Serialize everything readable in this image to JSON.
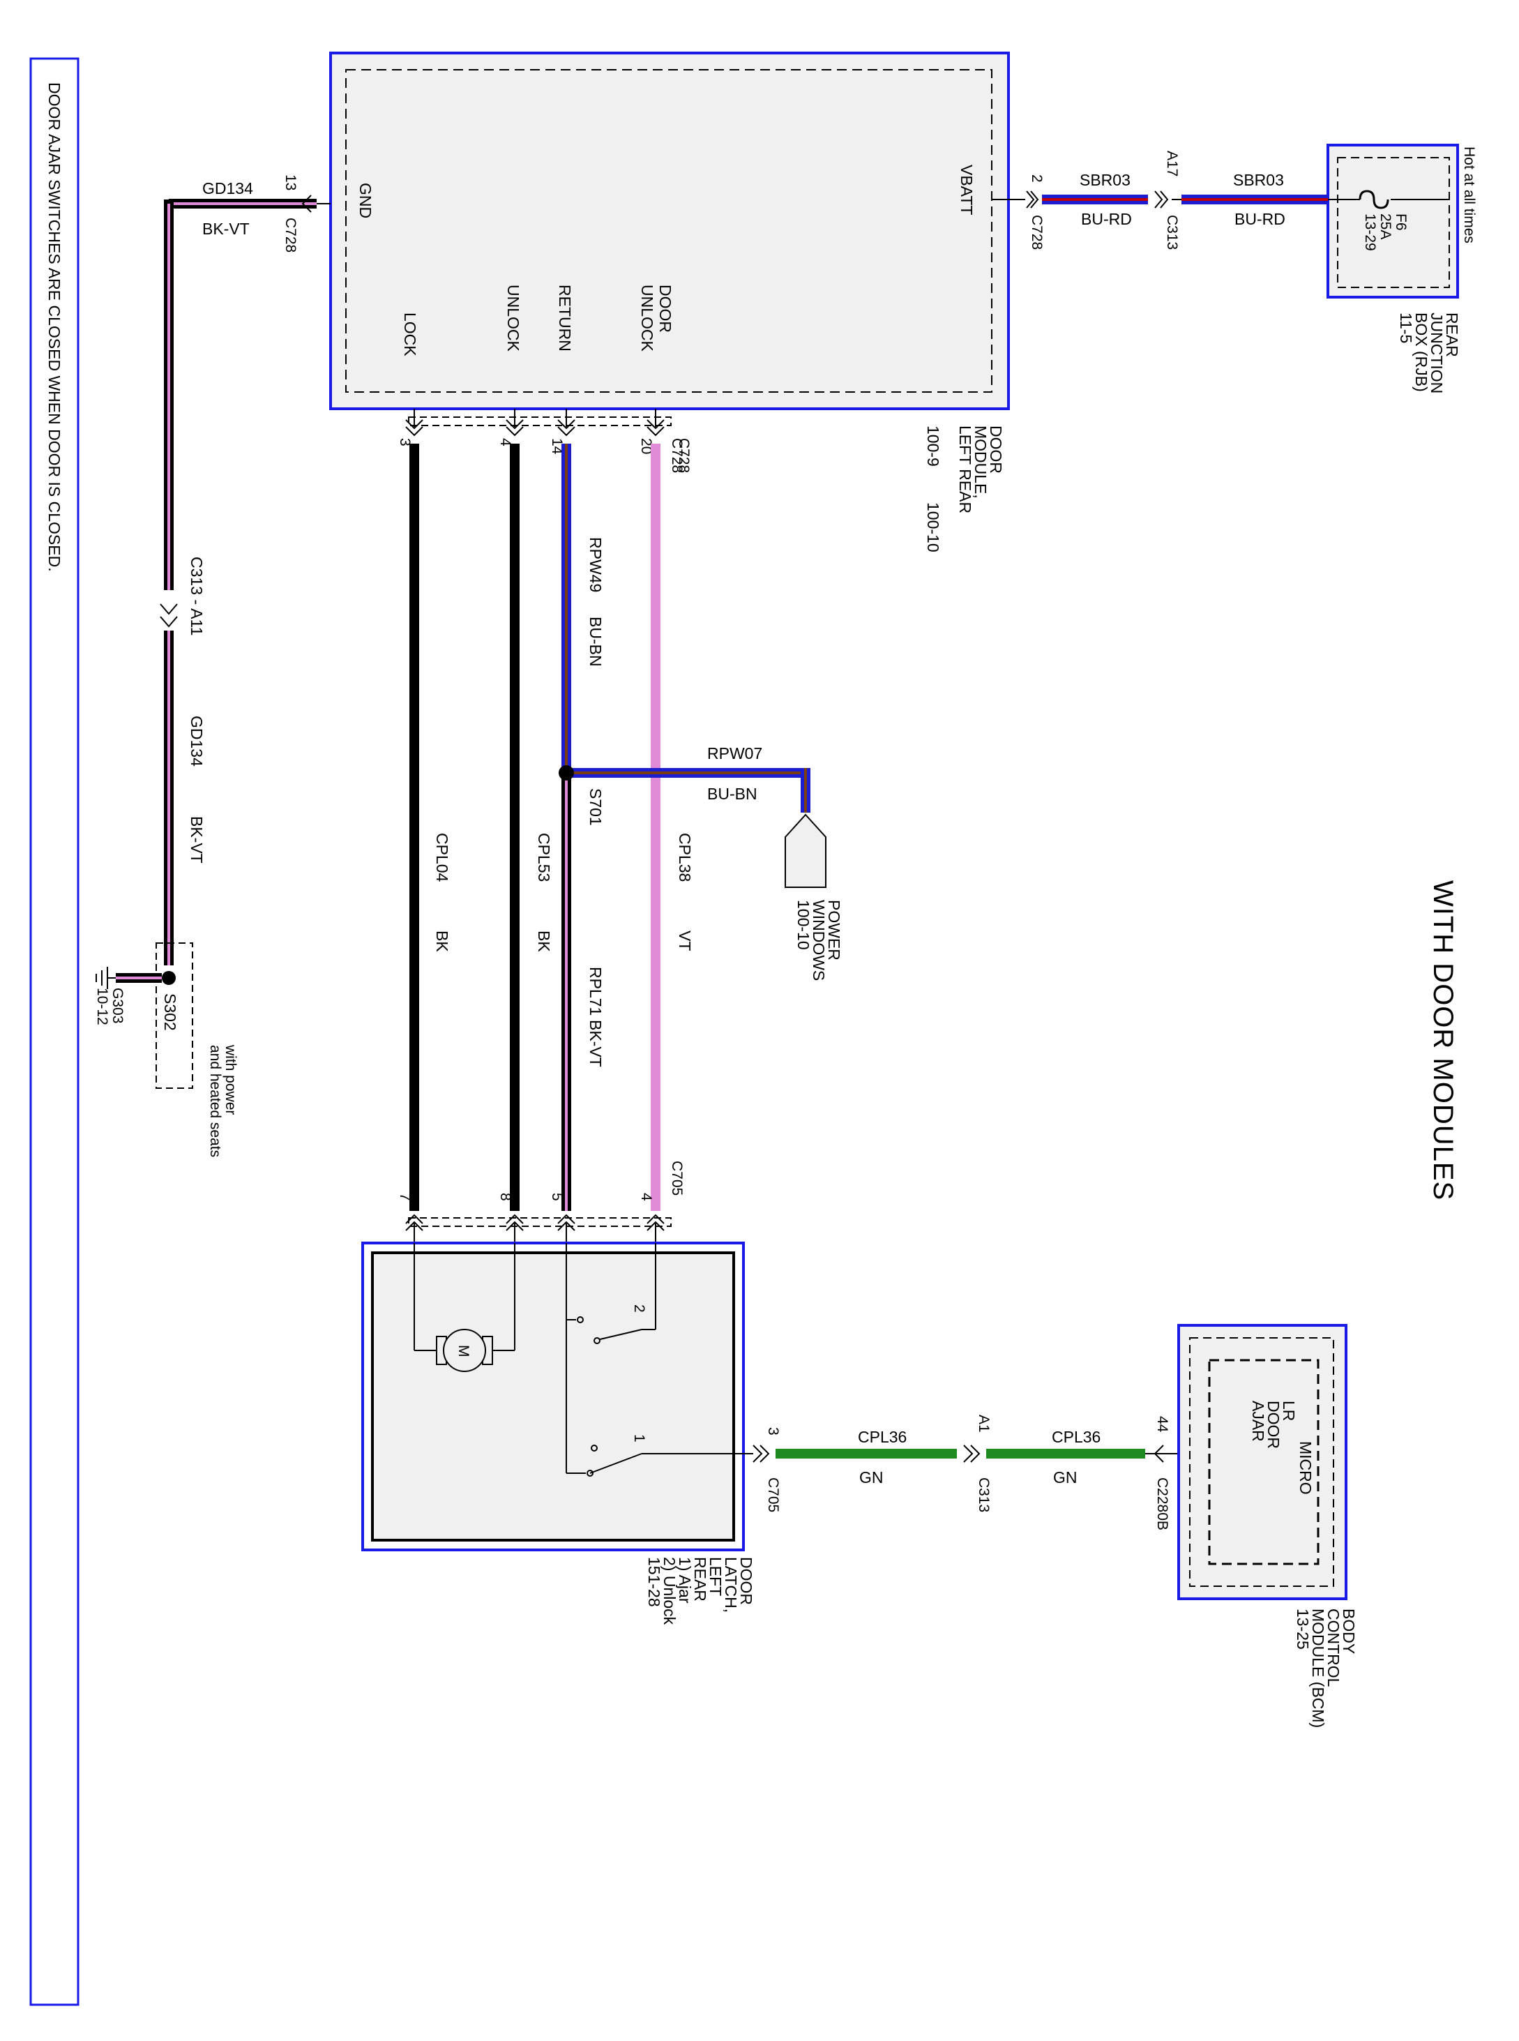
{
  "title": "WITH DOOR MODULES",
  "note": "DOOR AJAR SWITCHES ARE CLOSED WHEN DOOR IS CLOSED.",
  "colors": {
    "border_blue": "#1a1ae6",
    "wire_black": "#000000",
    "wire_violet_stripe": "#e08ad8",
    "wire_blue": "#1c1cd0",
    "wire_red_stripe": "#c00000",
    "wire_brown_stripe": "#7a3d10",
    "wire_green": "#1f8a1f",
    "module_fill": "#f0f0f0"
  },
  "rjb": {
    "name_lines": [
      "REAR",
      "JUNCTION",
      "BOX (RJB)",
      "11-5"
    ],
    "hot": "Hot at all times",
    "fuse_lines": [
      "F6",
      "25A",
      "13-29"
    ]
  },
  "door_module": {
    "name_lines": [
      "DOOR",
      "MODULE,",
      "LEFT REAR"
    ],
    "refs": [
      "100-9",
      "100-10"
    ],
    "pins": {
      "vbatt": "VBATT",
      "gnd": "GND",
      "lock": "LOCK",
      "unlock": "UNLOCK",
      "return": "RETURN",
      "door_unlock_1": "DOOR",
      "door_unlock_2": "UNLOCK"
    },
    "connector": "C728",
    "pin_numbers": {
      "gnd": "13",
      "vbatt": "2",
      "lock": "3",
      "unlock": "4",
      "return": "14",
      "door_unlock": "20"
    }
  },
  "wires": {
    "sbr03_a": {
      "circuit": "SBR03",
      "color": "BU-RD"
    },
    "sbr03_b": {
      "circuit": "SBR03",
      "color": "BU-RD"
    },
    "c313_top": {
      "connector": "C313",
      "pin": "A17"
    },
    "c728_vbatt": {
      "connector": "C728",
      "pin": "2"
    },
    "gd134_top": {
      "circuit": "GD134",
      "color": "BK-VT"
    },
    "gd134_mid": {
      "circuit": "GD134",
      "color": "BK-VT"
    },
    "c313_ground": "C313 - A11",
    "rpw49": {
      "circuit": "RPW49",
      "color": "BU-BN"
    },
    "rpw07": {
      "circuit": "RPW07",
      "color": "BU-BN"
    },
    "cpl04": {
      "circuit": "CPL04",
      "color": "BK"
    },
    "cpl53": {
      "circuit": "CPL53",
      "color": "BK"
    },
    "rpl71": {
      "circuit": "RPL71",
      "color": "BK-VT"
    },
    "cpl38": {
      "circuit": "CPL38",
      "color": "VT"
    },
    "cpl36_a": {
      "circuit": "CPL36",
      "color": "GN"
    },
    "cpl36_b": {
      "circuit": "CPL36",
      "color": "GN"
    }
  },
  "splices": {
    "s701": "S701",
    "s302": "S302",
    "s302_note_1": "with power",
    "s302_note_2": "and heated seats"
  },
  "ground": {
    "name": "G303",
    "ref": "10-12"
  },
  "power_windows": {
    "lines": [
      "POWER",
      "WINDOWS",
      "100-10"
    ]
  },
  "latch": {
    "connector": "C705",
    "pins_top": {
      "lock": "7",
      "unlock": "8",
      "return": "5",
      "door_unlock": "4"
    },
    "name_lines": [
      "DOOR",
      "LATCH,",
      "LEFT",
      "REAR",
      "1) Ajar",
      "2) Unlock",
      "151-28"
    ],
    "motor": "M",
    "switch_1": "1",
    "switch_2": "2",
    "out_pin": "3"
  },
  "c313_mid": {
    "connector": "C313",
    "pin": "A1"
  },
  "bcm": {
    "name_lines": [
      "BODY",
      "CONTROL",
      "MODULE (BCM)",
      "13-25"
    ],
    "micro": "MICRO",
    "inner_lines": [
      "LR",
      "DOOR",
      "AJAR"
    ],
    "connector": "C2280B",
    "pin": "44"
  }
}
